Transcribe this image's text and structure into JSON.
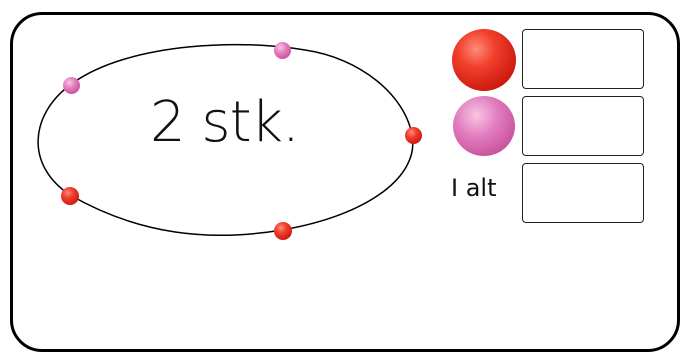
{
  "task": {
    "count_text": "2 stk.",
    "total_label": "I alt"
  },
  "legend": [
    {
      "color_name": "red",
      "color": "#e2261a"
    },
    {
      "color_name": "pink",
      "color": "#d966b0"
    }
  ],
  "beads": [
    {
      "color": "pink"
    },
    {
      "color": "pink"
    },
    {
      "color": "red"
    },
    {
      "color": "red"
    },
    {
      "color": "red"
    }
  ],
  "answer_fields": {
    "red_value": "",
    "pink_value": "",
    "total_value": ""
  },
  "colors": {
    "red": "#e2261a",
    "pink": "#d966b0",
    "outline": "#000000"
  }
}
